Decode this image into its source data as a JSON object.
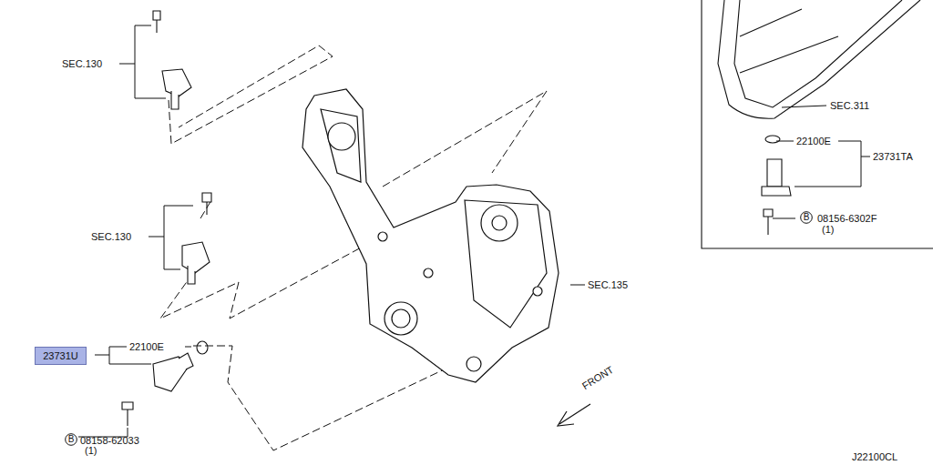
{
  "diagram": {
    "nodes": [
      {
        "text": [
          "23731U"
        ]
      },
      {
        "text": [
          "B"
        ]
      },
      {
        "text": [
          "B"
        ]
      }
    ],
    "labels": [
      "SEC.130",
      "SEC.130",
      "22100E",
      "08158-62033",
      "(1)",
      "FRONT",
      "SEC.135",
      "SEC.311",
      "22100E",
      "23731TA",
      "08156-6302F",
      "(1)",
      "J22100CL"
    ]
  }
}
